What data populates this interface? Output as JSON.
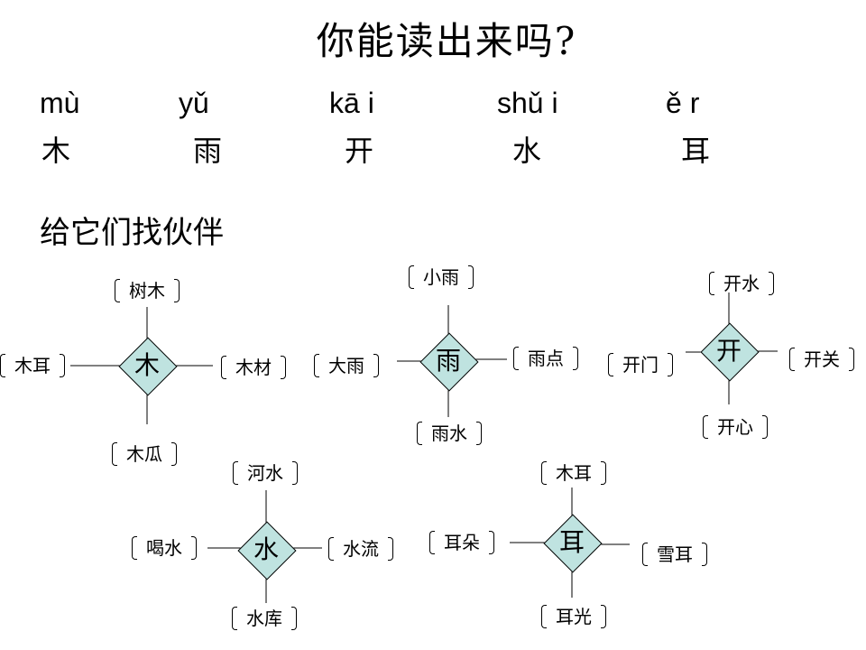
{
  "title": "你能读出来吗?",
  "pinyin": [
    "mù",
    "yǔ",
    "kā i",
    "shǔ i",
    "ě r"
  ],
  "hanzi": [
    "木",
    "雨",
    "开",
    "水",
    "耳"
  ],
  "subtitle": "给它们找伙伴",
  "groups": [
    {
      "char": "木",
      "top": "树木",
      "left": "木耳",
      "right": "木材",
      "bottom": "木瓜"
    },
    {
      "char": "雨",
      "top": "小雨",
      "left": "大雨",
      "right": "雨点",
      "bottom": "雨水"
    },
    {
      "char": "开",
      "top": "开水",
      "left": "开门",
      "right": "开关",
      "bottom": "开心"
    },
    {
      "char": "水",
      "top": "河水",
      "left": "喝水",
      "right": "水流",
      "bottom": "水库"
    },
    {
      "char": "耳",
      "top": "木耳",
      "left": "耳朵",
      "right": "雪耳",
      "bottom": "耳光"
    }
  ],
  "colors": {
    "diamond": "#bfe3e0"
  }
}
